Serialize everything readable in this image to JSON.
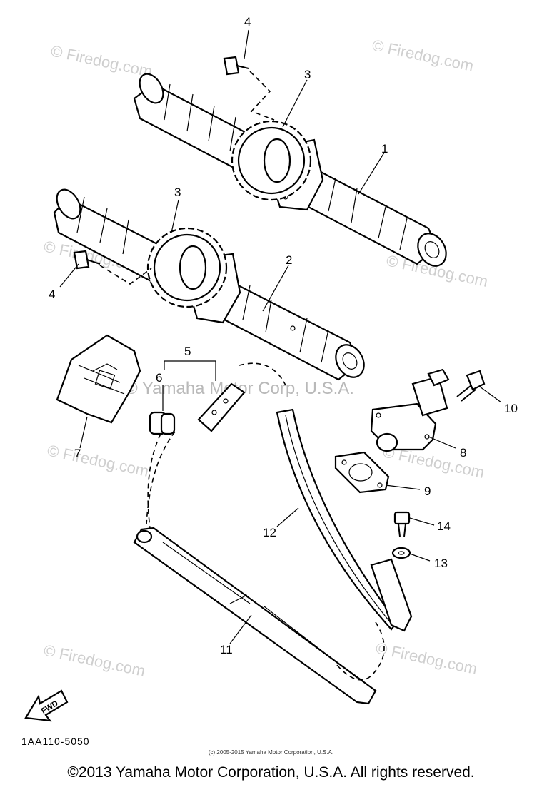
{
  "diagram": {
    "code": "1AA110-5050",
    "fwd_label": "FWD",
    "watermarks": {
      "site": "© Firedog.com",
      "middle": "© Yamaha Motor Corp, U.S.A."
    },
    "callouts": {
      "p1": "1",
      "p2": "2",
      "p3a": "3",
      "p3b": "3",
      "p4a": "4",
      "p4b": "4",
      "p5": "5",
      "p6": "6",
      "p7": "7",
      "p8": "8",
      "p9": "9",
      "p10": "10",
      "p11": "11",
      "p12": "12",
      "p13": "13",
      "p14": "14"
    }
  },
  "footer": {
    "small": "(c) 2005-2015 Yamaha Motor Corporation, U.S.A.",
    "main": "©2013 Yamaha Motor Corporation, U.S.A. All rights reserved."
  }
}
